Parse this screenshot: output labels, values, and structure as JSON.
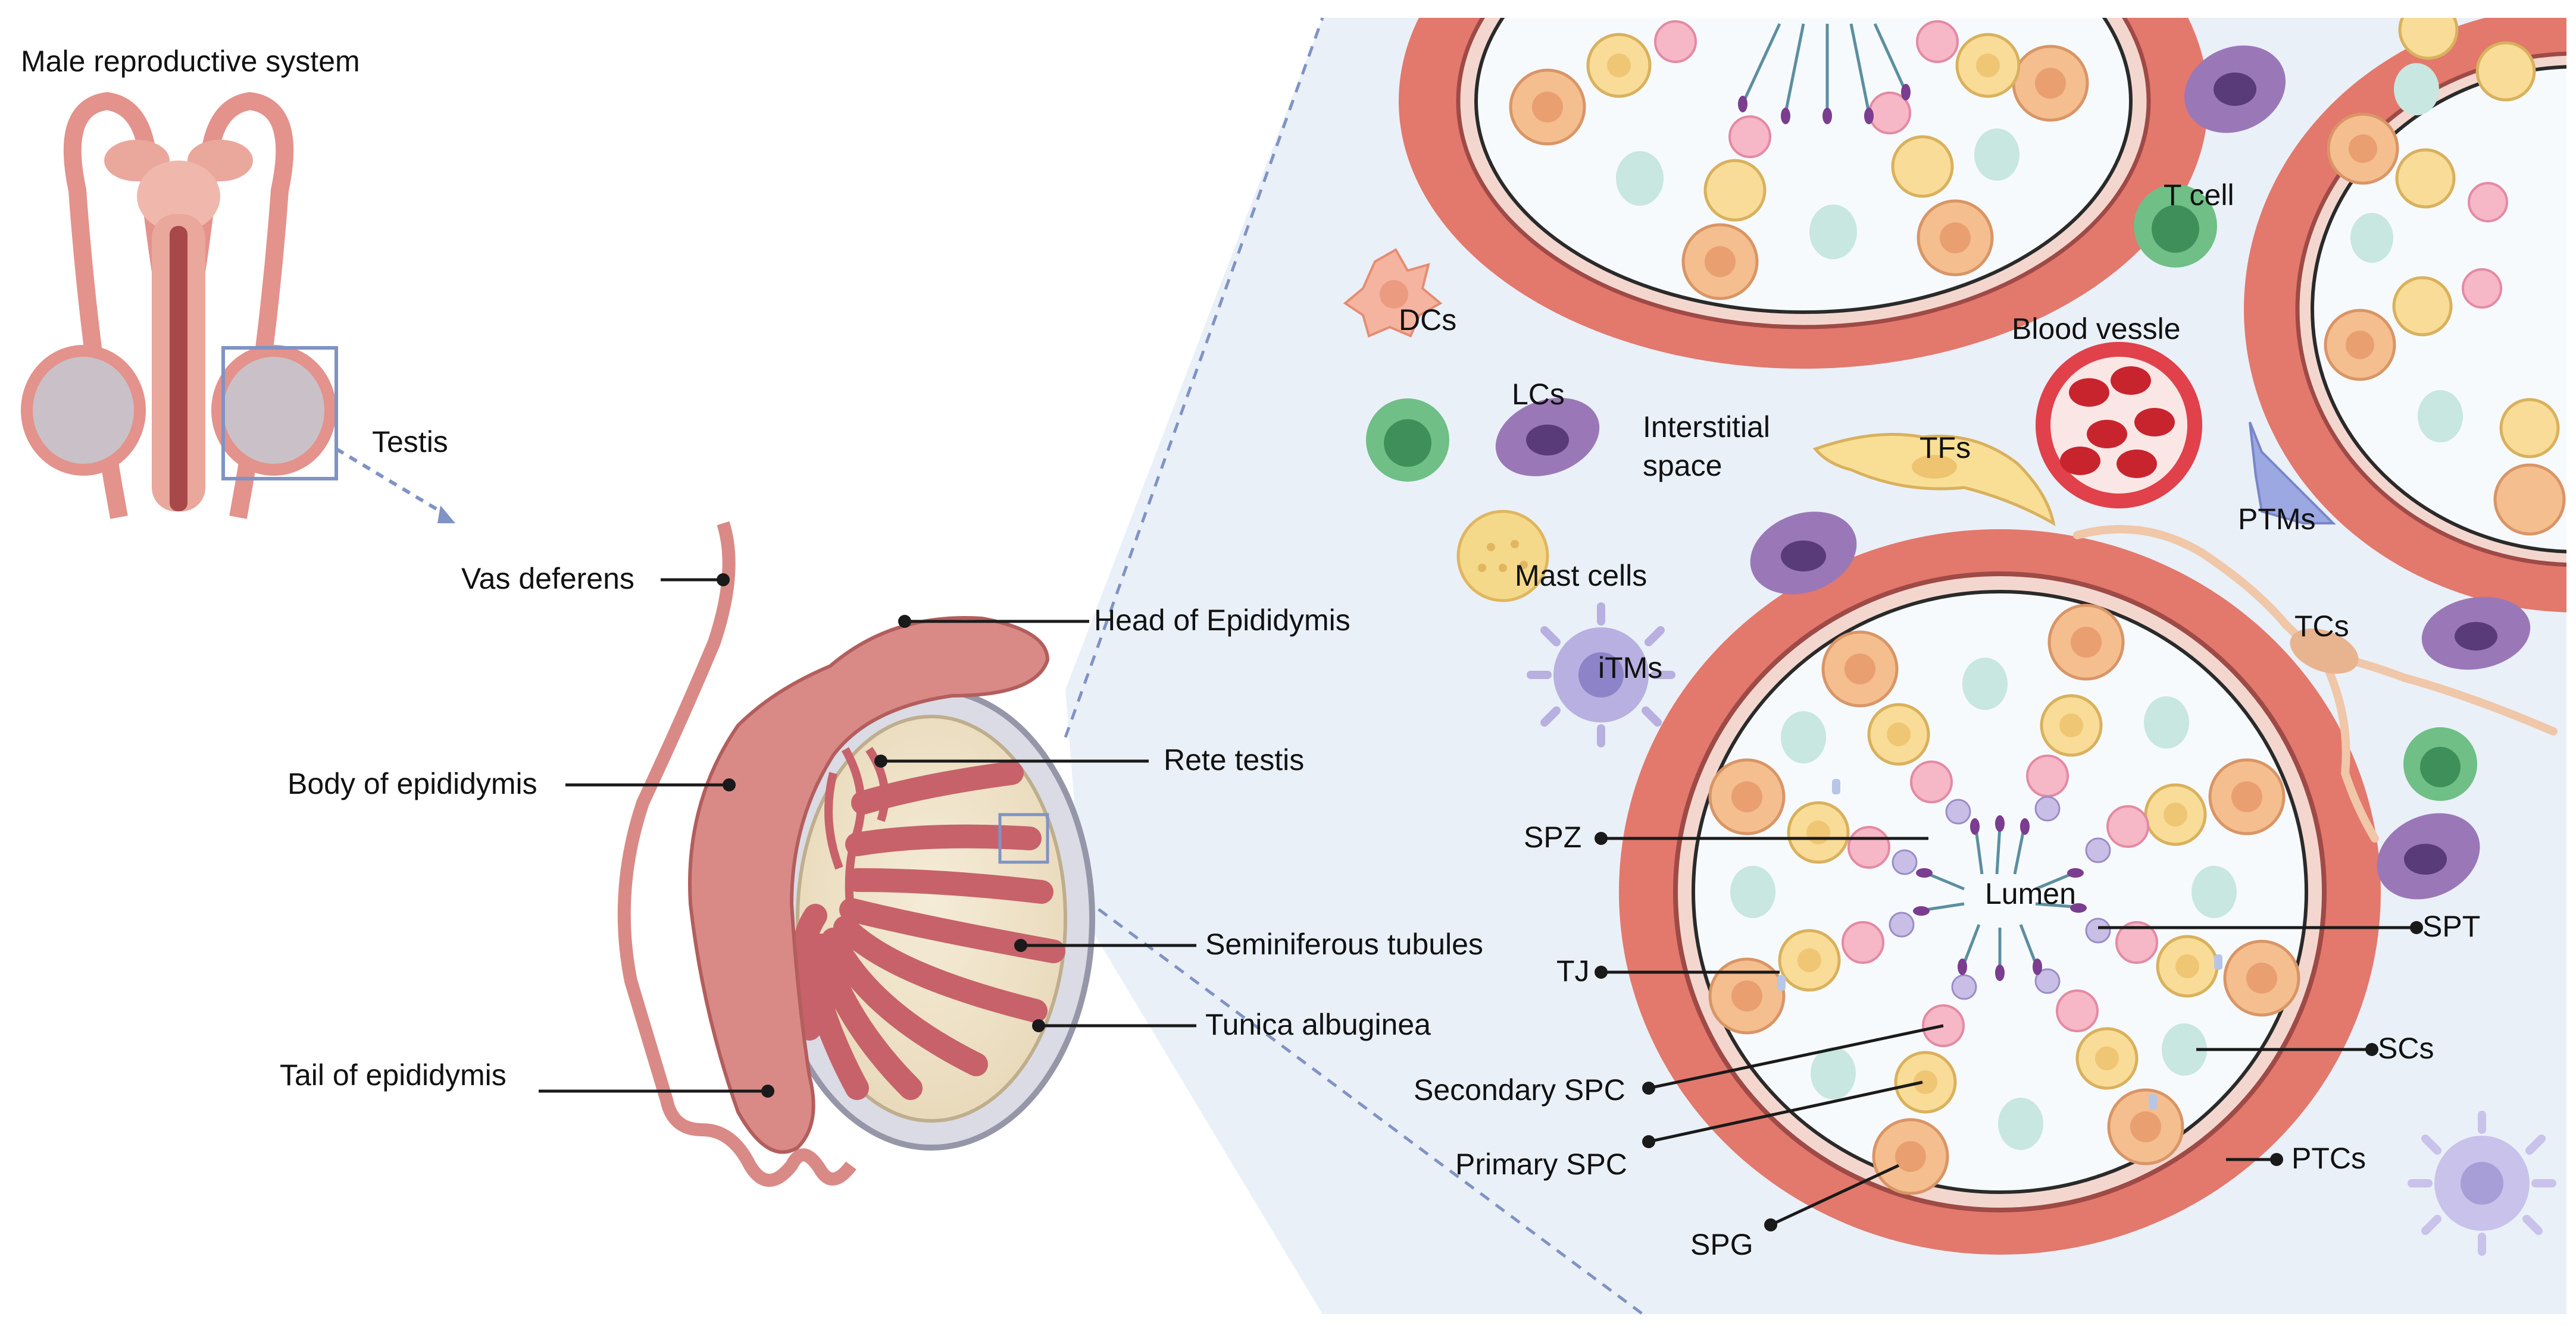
{
  "overview": {
    "title": "Male reproductive system",
    "testis_label": "Testis"
  },
  "testis_section": {
    "labels": {
      "vas_deferens": "Vas deferens",
      "head_epididymis": "Head of Epididymis",
      "body_epididymis": "Body of epididymis",
      "rete_testis": "Rete testis",
      "seminiferous_tubules": "Seminiferous tubules",
      "tunica_albuginea": "Tunica albuginea",
      "tail_epididymis": "Tail of epididymis"
    }
  },
  "interstitium": {
    "labels": {
      "t_cell": "T cell",
      "dcs": "DCs",
      "blood_vessle": "Blood vessle",
      "lcs": "LCs",
      "interstitial_1": "Interstitial",
      "interstitial_2": "space",
      "tfs": "TFs",
      "ptms": "PTMs",
      "mast_cells": "Mast cells",
      "itms": "iTMs",
      "tcs": "TCs"
    }
  },
  "tubule_cross_section": {
    "labels": {
      "spz": "SPZ",
      "lumen": "Lumen",
      "spt": "SPT",
      "tj": "TJ",
      "scs": "SCs",
      "secondary_spc": "Secondary SPC",
      "primary_spc": "Primary SPC",
      "ptcs": "PTCs",
      "spg": "SPG"
    }
  },
  "colors": {
    "panel_bg": "#eaf0f8",
    "tissue_red": "#e3786c",
    "epididymis": "#d98a86",
    "tubule_wall": "#f3d7cf",
    "spg": "#f4be8f",
    "primary_spc": "#f8dc97",
    "secondary_spc": "#f6b7c7",
    "spt": "#c9bfe6",
    "sertoli": "#c7e7e0",
    "leydig": "#9a78b8",
    "macrophage": "#b8b0e0",
    "t_cell": "#6fbf86",
    "mast_cell": "#f5d98b",
    "dc": "#f5b49f",
    "blood_vessel": "#e0414a",
    "guide_line": "#7f93c4"
  }
}
